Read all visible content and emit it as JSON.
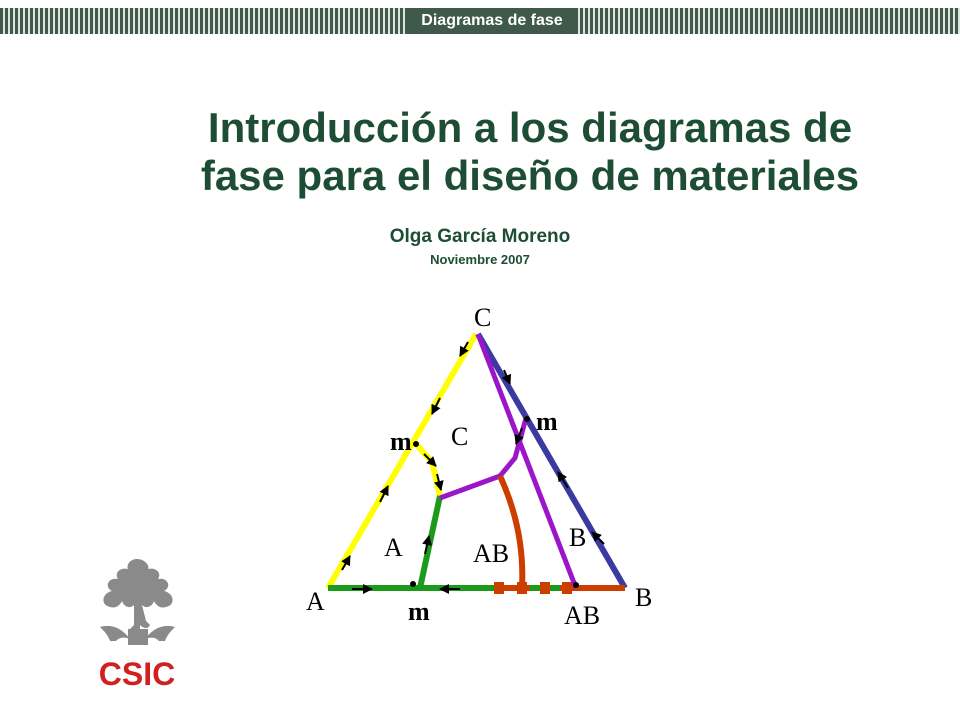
{
  "header": {
    "section_label": "Diagramas de fase"
  },
  "title": {
    "line1": "Introducción a los diagramas de",
    "line2": "fase para el diseño de materiales"
  },
  "author": "Olga García Moreno",
  "date": "Noviembre 2007",
  "diagram": {
    "vertex_labels": {
      "top": "C",
      "left": "A",
      "right": "B"
    },
    "region_labels": {
      "c": "C",
      "a": "A",
      "ab": "AB",
      "b": "B",
      "ab_bottom": "AB"
    },
    "point_labels": {
      "m_left": "m",
      "m_right": "m",
      "m_bottom": "m"
    },
    "colors": {
      "edge_ac": "#ffff00",
      "edge_ab": "#1b9a1b",
      "edge_bc": "#3a3aa0",
      "boundary_purple": "#9a16c8",
      "boundary_red": "#cc3d00",
      "arrows": "#000000"
    }
  },
  "logo": {
    "text": "CSIC",
    "color": "#d0201f",
    "icon": "tree-emblem-icon"
  }
}
